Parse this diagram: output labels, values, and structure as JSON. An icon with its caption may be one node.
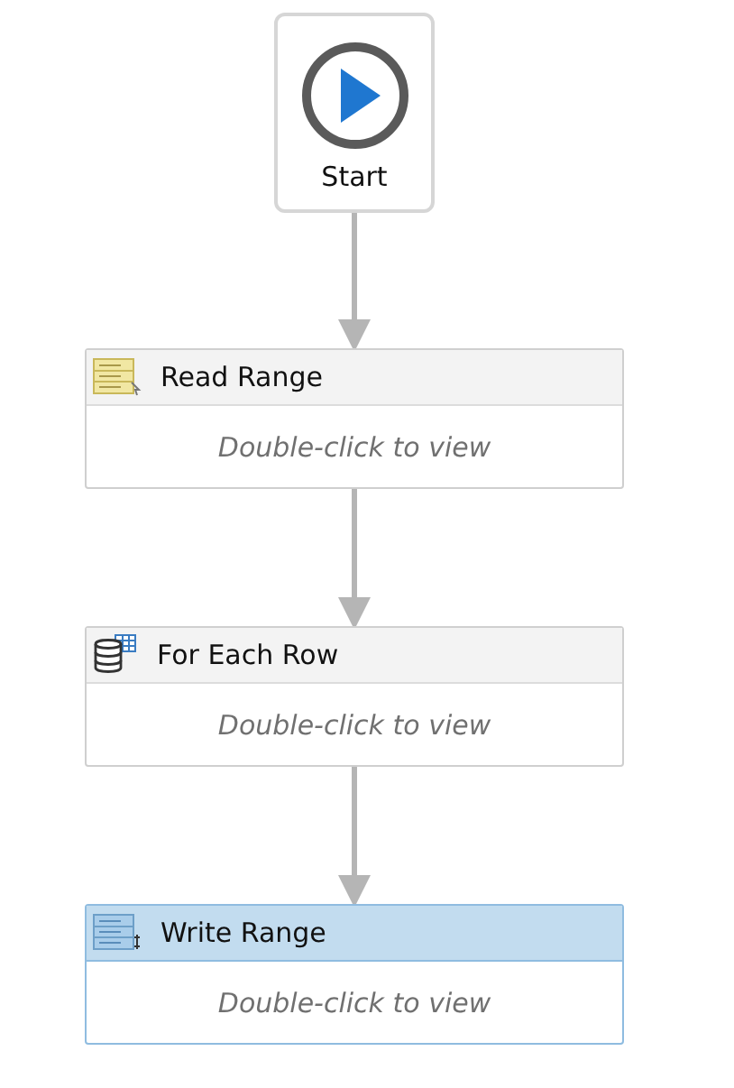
{
  "diagram": {
    "nodes": [
      {
        "text": [
          "Start"
        ]
      },
      {
        "text": [
          "Read Range",
          "Double-click to view"
        ]
      },
      {
        "text": [
          "For Each Row",
          "Double-click to view"
        ]
      },
      {
        "text": [
          "Write Range",
          "Double-click to view"
        ]
      }
    ],
    "edges": [
      {
        "from": 0,
        "to": 1,
        "arrow": "to"
      },
      {
        "from": 1,
        "to": 2,
        "arrow": "to"
      },
      {
        "from": 2,
        "to": 3,
        "arrow": "to"
      }
    ]
  }
}
